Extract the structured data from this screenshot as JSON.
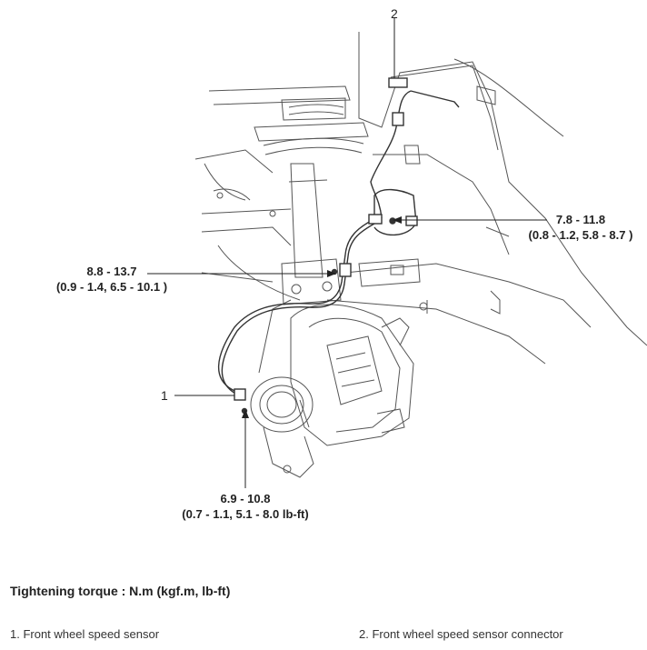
{
  "callouts": {
    "c1": "1",
    "c2": "2"
  },
  "torques": {
    "t1": {
      "main": "7.8 - 11.8",
      "sub": "(0.8 - 1.2, 5.8 - 8.7 )"
    },
    "t2": {
      "main": "8.8 - 13.7",
      "sub": "(0.9 - 1.4, 6.5 - 10.1 )"
    },
    "t3": {
      "main": "6.9 - 10.8",
      "sub": "(0.7 - 1.1, 5.1 - 8.0 lb-ft)"
    }
  },
  "caption": "Tightening torque : N.m (kgf.m, lb-ft)",
  "legend": {
    "item1": "1. Front wheel speed sensor",
    "item2": "2. Front wheel speed sensor connector"
  }
}
